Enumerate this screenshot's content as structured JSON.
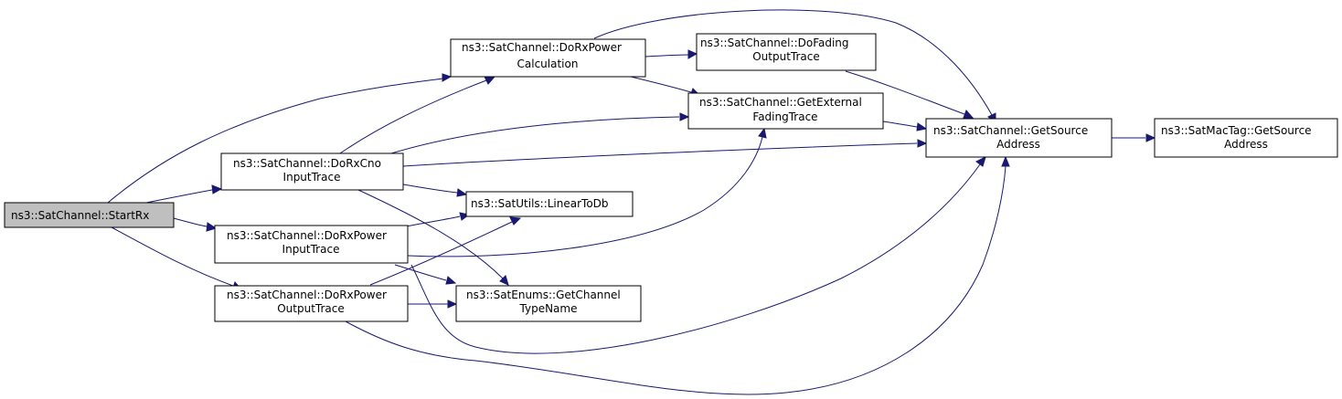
{
  "graph": {
    "edge_color": "#191970",
    "root_fill": "#bfbfbf",
    "nodes": {
      "startrx": {
        "lines": [
          "ns3::SatChannel::StartRx"
        ],
        "root": true
      },
      "dorxpowercalc": {
        "lines": [
          "ns3::SatChannel::DoRxPower",
          "Calculation"
        ]
      },
      "dorxcnoinput": {
        "lines": [
          "ns3::SatChannel::DoRxCno",
          "InputTrace"
        ]
      },
      "dorxpowerinput": {
        "lines": [
          "ns3::SatChannel::DoRxPower",
          "InputTrace"
        ]
      },
      "dorxpoweroutput": {
        "lines": [
          "ns3::SatChannel::DoRxPower",
          "OutputTrace"
        ]
      },
      "dofadingoutput": {
        "lines": [
          "ns3::SatChannel::DoFading",
          "OutputTrace"
        ]
      },
      "getexternalfading": {
        "lines": [
          "ns3::SatChannel::GetExternal",
          "FadingTrace"
        ]
      },
      "lineartodb": {
        "lines": [
          "ns3::SatUtils::LinearToDb"
        ]
      },
      "getchanneltypename": {
        "lines": [
          "ns3::SatEnums::GetChannel",
          "TypeName"
        ]
      },
      "getsourceaddress": {
        "lines": [
          "ns3::SatChannel::GetSource",
          "Address"
        ]
      },
      "mactaggetsource": {
        "lines": [
          "ns3::SatMacTag::GetSource",
          "Address"
        ]
      }
    }
  }
}
